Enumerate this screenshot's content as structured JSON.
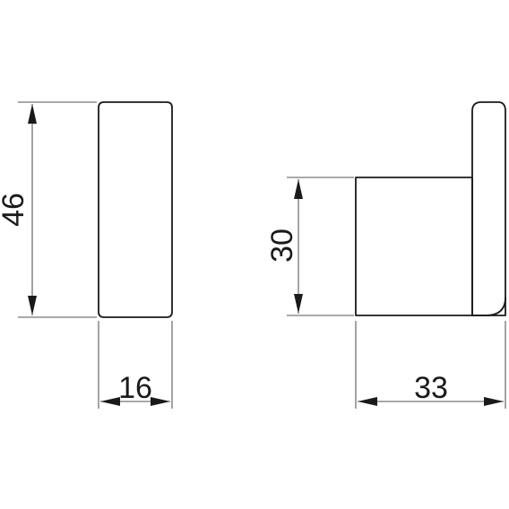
{
  "dimensions": {
    "front_height": "46",
    "front_width": "16",
    "side_height": "30",
    "side_width": "33"
  }
}
